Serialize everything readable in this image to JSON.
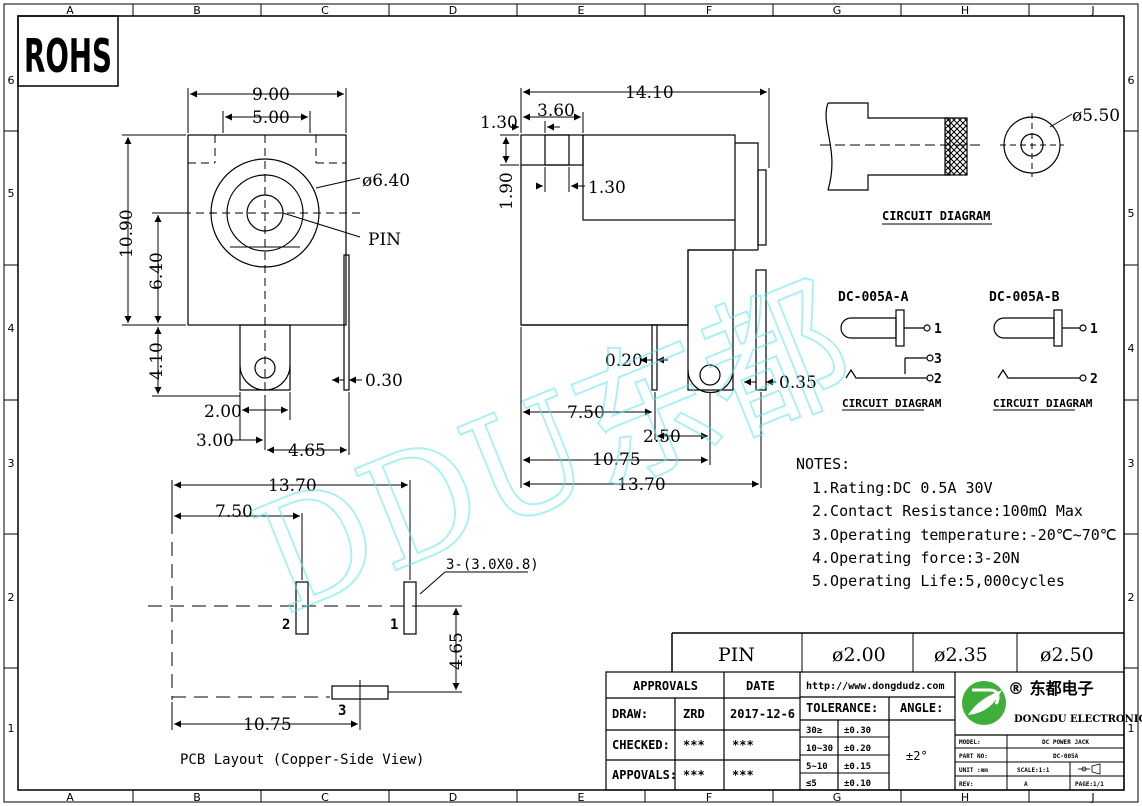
{
  "frame": {
    "columns": [
      "A",
      "B",
      "C",
      "D",
      "E",
      "F",
      "G",
      "H",
      "J"
    ],
    "rows": [
      "6",
      "5",
      "4",
      "3",
      "2",
      "1"
    ]
  },
  "rohs": "ROHS",
  "watermark": "DDU东都",
  "front_view": {
    "dim_9": "9.00",
    "dim_5": "5.00",
    "dim_dia": "ø6.40",
    "pin": "PIN",
    "dim_1090": "10.90",
    "dim_640": "6.40",
    "dim_410": "4.10",
    "dim_030": "0.30",
    "dim_200": "2.00",
    "dim_300": "3.00",
    "dim_465": "4.65"
  },
  "side_view": {
    "dim_1410": "14.10",
    "dim_360": "3.60",
    "dim_130a": "1.30",
    "dim_190": "1.90",
    "dim_130b": "1.30",
    "dim_020": "0.20",
    "dim_035": "0.35",
    "dim_750": "7.50",
    "dim_250": "2.50",
    "dim_1075": "10.75",
    "dim_1370": "13.70"
  },
  "plug": {
    "dim_dia": "ø5.50",
    "circuit_label": "CIRCUIT DIAGRAM"
  },
  "circuits": [
    {
      "name": "DC-005A-A",
      "pins": [
        "1",
        "3",
        "2"
      ],
      "label": "CIRCUIT DIAGRAM"
    },
    {
      "name": "DC-005A-B",
      "pins": [
        "1",
        "2"
      ],
      "label": "CIRCUIT DIAGRAM"
    }
  ],
  "notes": {
    "title": "NOTES:",
    "items": [
      "1.Rating:DC 0.5A 30V",
      "2.Contact Resistance:100mΩ Max",
      "3.Operating temperature:-20℃~70℃",
      "4.Operating force:3-20N",
      "5.Operating Life:5,000cycles"
    ]
  },
  "pcb": {
    "dim_1370": "13.70",
    "dim_750": "7.50",
    "hole_spec": "3-(3.0X0.8)",
    "pin2": "2",
    "pin1": "1",
    "pin3": "3",
    "dim_465": "4.65",
    "dim_1075": "10.75",
    "caption": "PCB Layout (Copper-Side View)"
  },
  "pin_table": {
    "header": "PIN",
    "values": [
      "ø2.00",
      "ø2.35",
      "ø2.50"
    ]
  },
  "title_block": {
    "approvals": "APPROVALS",
    "date": "DATE",
    "draw": "DRAW:",
    "draw_name": "ZRD",
    "draw_date": "2017-12-6",
    "checked": "CHECKED:",
    "checked_name": "***",
    "checked_date": "***",
    "appovals": "APPOVALS:",
    "appovals_name": "***",
    "appovals_date": "***",
    "url": "http://www.dongdudz.com",
    "tolerance": "TOLERANCE:",
    "angle": "ANGLE:",
    "tol_rows": [
      [
        "30≥",
        "±0.30"
      ],
      [
        "10~30",
        "±0.20"
      ],
      [
        "5~10",
        "±0.15"
      ],
      [
        "≤5",
        "±0.10"
      ]
    ],
    "angle_val": "±2°",
    "company_cn": "® 东都电子",
    "company_en": "DONGDU ELECTRONICS",
    "model_label": "MODEL:",
    "model_val": "DC POWER JACK",
    "part_label": "PART NO:",
    "part_val": "DC-005A",
    "unit_label": "UNIT :mm",
    "scale_label": "SCALE:1:1",
    "rev_label": "REV:",
    "rev_val": "A",
    "page_label": "PAGE:1/1"
  },
  "colors": {
    "line": "#000000",
    "watermark": "#7fe6f0",
    "logo_green": "#3fae3a"
  }
}
